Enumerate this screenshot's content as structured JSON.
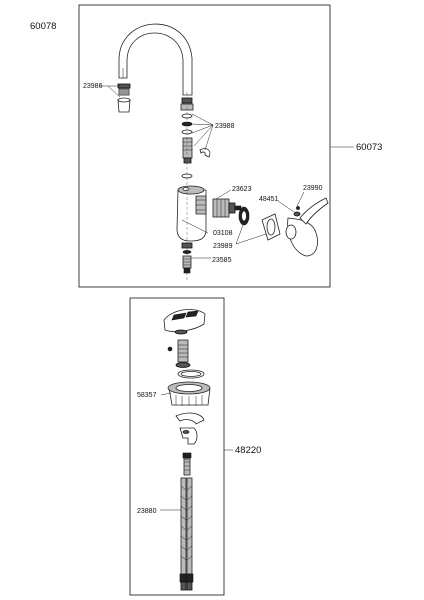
{
  "assemblies": {
    "top_left": "60078",
    "right_upper": "60073",
    "right_lower": "48220"
  },
  "parts": {
    "p23986": "23986",
    "p23988": "23988",
    "p23623": "23623",
    "p23990": "23990",
    "p48451": "48451",
    "p03108": "03108",
    "p23989": "23989",
    "p23585": "23585",
    "p58357": "58357",
    "p23880": "23880"
  },
  "colors": {
    "line": "#222222",
    "shade": "#bbbbbb",
    "dark": "#555555"
  }
}
